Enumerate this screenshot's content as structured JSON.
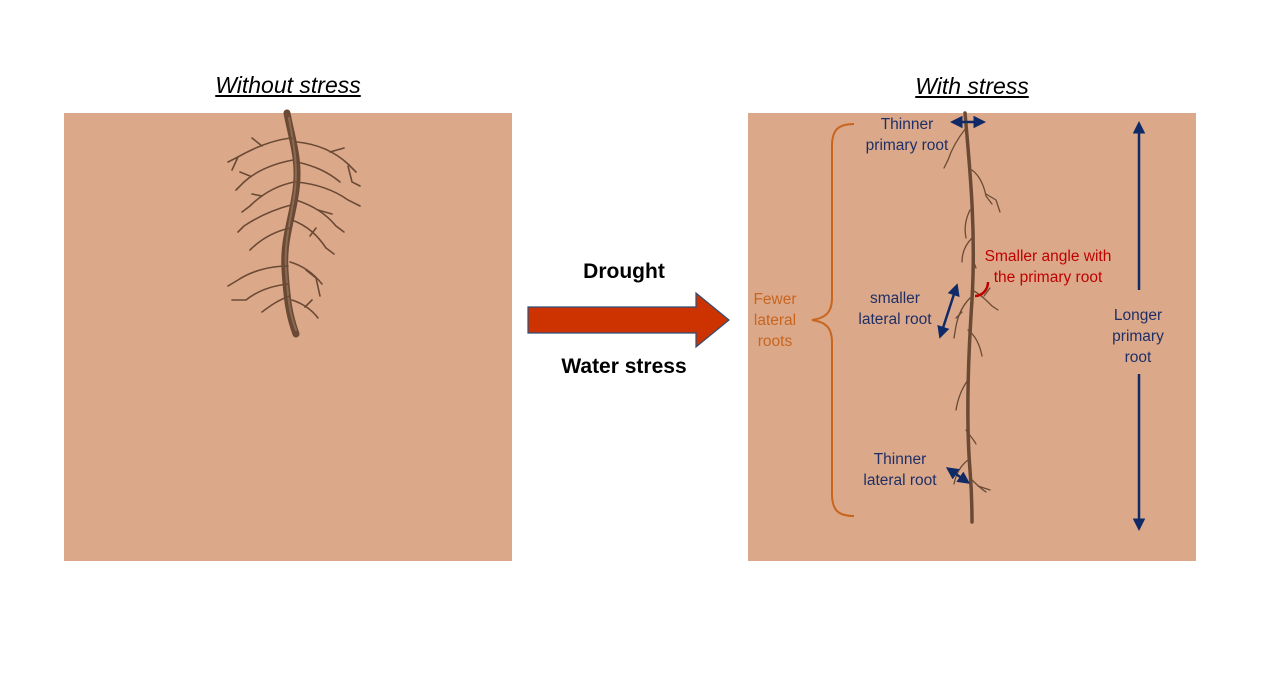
{
  "titles": {
    "left": "Without stress",
    "right": "With stress"
  },
  "arrow": {
    "top_label": "Drought",
    "bottom_label": "Water stress"
  },
  "annotations": {
    "thinner_primary_root": [
      "Thinner",
      "primary root"
    ],
    "smaller_angle": [
      "Smaller angle with",
      "the primary root"
    ],
    "smaller_lateral_root": [
      "smaller",
      "lateral root"
    ],
    "thinner_lateral_root": [
      "Thinner",
      "lateral root"
    ],
    "fewer_lateral_roots": [
      "Fewer",
      "lateral",
      "roots"
    ],
    "longer_primary_root": [
      "Longer",
      "primary",
      "root"
    ]
  },
  "colors": {
    "soil": "#dba98a",
    "root": "#6b4a35",
    "arrow_fill": "#cc3300",
    "arrow_stroke": "#2f4d7a",
    "annotation_navy": "#1f2f66",
    "annotation_orange": "#c8651e",
    "annotation_red": "#c00000"
  }
}
